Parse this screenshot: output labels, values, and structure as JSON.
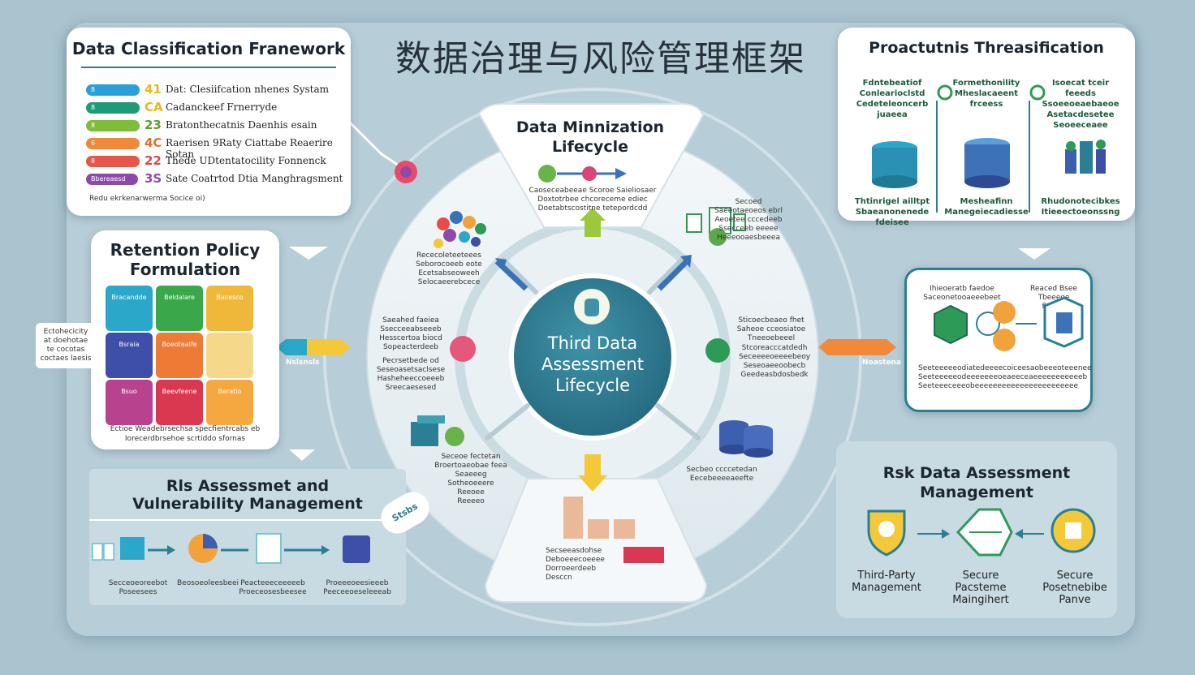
{
  "main_title": "数据治理与风险管理框架",
  "classification": {
    "title": "Data Classification Franework",
    "rows": [
      {
        "pill": "8",
        "num": "41",
        "text": "Dat: Clesiifcation nhenes Systam",
        "color": "#2ba0d8",
        "num_color": "#e8b820"
      },
      {
        "pill": "8",
        "num": "CA",
        "text": "Cadanckeef Frnerryde",
        "color": "#1f9a78",
        "num_color": "#e8b820"
      },
      {
        "pill": "8",
        "num": "23",
        "text": "Bratonthecatnis Daenhis esain",
        "color": "#7dbd3a",
        "num_color": "#5aa02c"
      },
      {
        "pill": "6",
        "num": "4C",
        "text": "Raerisen 9Raty Ciattabe Reaerire Sotan",
        "color": "#f0893a",
        "num_color": "#e07030"
      },
      {
        "pill": "8",
        "num": "22",
        "text": "Thede UDtentatocility Fonnenck",
        "color": "#e6574a",
        "num_color": "#d84a40"
      },
      {
        "pill": "Bbereaesd",
        "num": "3S",
        "text": "Sate Coatrtod Dtia Manghragsment",
        "color": "#8e4aa8",
        "num_color": "#8e4aa8"
      }
    ],
    "footer": "Redu ekrkenarwerma Socice oi)"
  },
  "retention": {
    "title_line1": "Retention Policy",
    "title_line2": "Formulation",
    "cells": [
      {
        "label": "Bracandde",
        "color": "#2aa7c9"
      },
      {
        "label": "Beldalare",
        "color": "#3aa84a"
      },
      {
        "label": "Bacesco",
        "color": "#f0b83a"
      },
      {
        "label": "Bsraia",
        "color": "#3d4fa8"
      },
      {
        "label": "Boeotealfe",
        "color": "#ef7a35"
      },
      {
        "label": "",
        "color": "#f5d88a"
      },
      {
        "label": "Bsuo",
        "color": "#b8428e"
      },
      {
        "label": "Beevfeene",
        "color": "#d93850"
      },
      {
        "label": "Beratio",
        "color": "#f5a840"
      }
    ],
    "footer_line1": "Ectioe Weadebrsechsa specfientrcabs eb",
    "footer_line2": "Iorecerdbrsehoe scrtiddo sfornas",
    "side_note": [
      "Ectohecicity",
      "at doehotae",
      "te cocotas",
      "coctaes laesis"
    ]
  },
  "minimization": {
    "title_line1": "Data Minnization",
    "title_line2": "Lifecycle",
    "blurb": [
      "Caoseceabeeae Scoroe Saieliosaer",
      "Doxtotrbee chcoreceme ediec",
      "Doetabtscostitne tetepordcdd"
    ]
  },
  "center": {
    "line1": "Third Data",
    "line2": "Assessment",
    "line3": "Lifecycle"
  },
  "ring_labels": {
    "upper_left": [
      "Rececoleteeteees",
      "Seborocoeeb eote",
      "Ecetsabseoweeh",
      "Selocaeerebcece"
    ],
    "left": [
      "Saeahed faeiea",
      "Ssecceeabseeeb",
      "Hesscertoa biocd",
      "Sopeacterdeeb"
    ],
    "left2": [
      "Pecrsetbede od",
      "",
      "Seseoasetsaclsese",
      "Hasheheeccoeeeb",
      "Sreecaesesed"
    ],
    "upper_right": [
      "Secoed",
      "Saeeotaeoeos ebrl",
      "Aeoetee cccedeeb",
      "Ssecceeb eeeee",
      "Heeeooaesbeeea"
    ],
    "right": [
      "Sticoecbeaeo fhet",
      "Saheoe cceosiatoe",
      "Tneeoebeeel"
    ],
    "right2": [
      "Stcoreacccatdedh",
      "Seceeeeoeeeebeoy",
      "Seseoaeeoobecb",
      "Geedeasbdosbedk"
    ],
    "lower_left": [
      "Seceoe fectetan",
      "Broertoaeobae feea",
      "Seaeeeg",
      "Sotheoeeere",
      "Reeoee",
      "Reeeeo"
    ],
    "lower_right": [
      "Secbeo ccccetedan",
      "Eecebeeeeaeefte"
    ],
    "bottom": [
      "Secseeasdohse",
      "Deboeeecoeeee",
      "Dorroeerdeeb",
      "Desccn"
    ]
  },
  "risk_vuln": {
    "title_line1": "Rls Assessmet and",
    "title_line2": "Vulnerability Management",
    "badge": "Stsbs",
    "steps": [
      [
        "Secceoeoreebot",
        "Poseesees"
      ],
      [
        "Beosoeoleesbeei"
      ],
      [
        "Peacteeeceeeeeb",
        "Proeceosesbeesee"
      ],
      [
        "Proeeeoeesieeeb",
        "Peeceeoeseleeeab"
      ]
    ]
  },
  "proactive": {
    "title": "Proactutnis Threasification",
    "cols": [
      {
        "head": [
          "Fdntebeatiof",
          "Conlearioclstd",
          "Cedeteleoncerb",
          "juaeea"
        ],
        "foot": [
          "Thtinrigel ailltpt",
          "Sbaeanonenede fdeisee"
        ]
      },
      {
        "head": [
          "Formethonility",
          "Mheslacaeent",
          "frceess"
        ],
        "foot": [
          "Mesheafinn",
          "Manegeiecadiesse"
        ]
      },
      {
        "head": [
          "Isoecat tceir feeeds",
          "Ssoeeoeaebaeoe",
          "Asetacdesetee",
          "Seoeeceaee"
        ],
        "foot": [
          "Rhudonotecibkes",
          "Itieeectoeonssng"
        ]
      }
    ]
  },
  "mid_right": {
    "left_label": [
      "Ihieoeratb faedoe",
      "Saceonetooaeeebeet"
    ],
    "right_label": [
      "Reaced Bsee",
      "Tbeeeoe fbetoe"
    ],
    "lines": [
      "Seeteeeeeodiatedeeeecoiceesaobeeeoteeenee",
      "Seeteeeeeodeeeeeeeoeaeeceaeeeeeeeeeeeb",
      "Seeteeeceeeobeeeeeeeeeeeeeeeeeeeeeee"
    ]
  },
  "risk_data": {
    "title_line1": "Rsk Data Assessment",
    "title_line2": "Management",
    "items": [
      [
        "Third-Party",
        "Management"
      ],
      [
        "Secure",
        "Pacsteme",
        "Maingihert"
      ],
      [
        "Secure",
        "Posetnebibe",
        "Panve"
      ]
    ]
  },
  "flow_labels": {
    "left": "Nslsnsls",
    "right": "Noastena"
  },
  "colors": {
    "accent": "#2e7e93",
    "center": "#2f7f94",
    "ring": "#e8eff2",
    "navy": "#3d4fa8",
    "green": "#3aa84a"
  }
}
